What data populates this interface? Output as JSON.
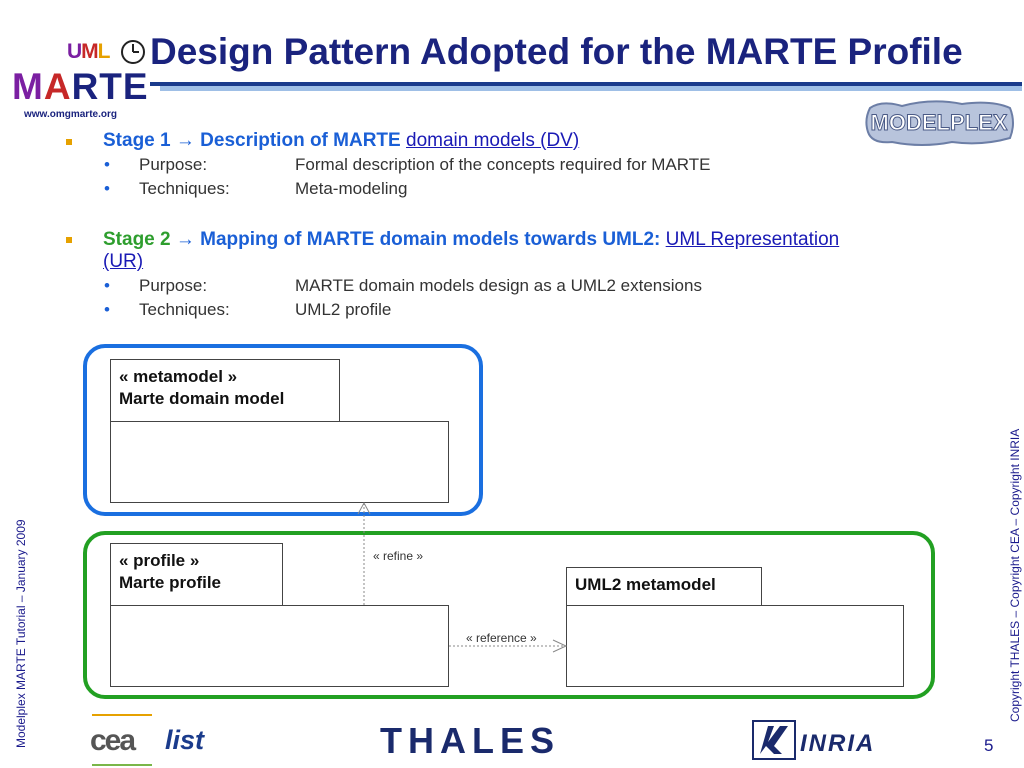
{
  "header": {
    "logo": {
      "uml": [
        "U",
        "M",
        "L"
      ],
      "marte": [
        "M",
        "A",
        "RTE"
      ],
      "url": "www.omgmarte.org"
    },
    "title": "Design Pattern Adopted for the MARTE Profile",
    "partner_logo": "MODELPLEX"
  },
  "stage1": {
    "label": "Stage 1 ",
    "arrow": "→",
    "desc": " Description of MARTE ",
    "link": "domain models (DV)",
    "items": [
      {
        "key": "Purpose:",
        "value": "Formal description of the concepts required for MARTE"
      },
      {
        "key": "Techniques:",
        "value": "Meta-modeling"
      }
    ]
  },
  "stage2": {
    "label": "Stage 2 ",
    "arrow": "→",
    "desc": " Mapping of MARTE domain models towards UML2: ",
    "link1": "UML Representation",
    "link2": "(UR)",
    "items": [
      {
        "key": "Purpose:",
        "value": "MARTE domain models design as a UML2 extensions"
      },
      {
        "key": "Techniques:",
        "value": "UML2 profile"
      }
    ]
  },
  "diagram": {
    "metamodel": {
      "stereotype": "« metamodel »",
      "name": "Marte domain model"
    },
    "profile": {
      "stereotype": "« profile »",
      "name": "Marte profile"
    },
    "uml2": {
      "name": "UML2 metamodel"
    },
    "refine": "« refine »",
    "reference": "« reference »"
  },
  "footer": {
    "left_vertical": "Modelplex MARTE Tutorial – January 2009",
    "right_vertical": "Copyright THALES – Copyright CEA – Copyright INRIA",
    "cea": "cea",
    "list": "list",
    "thales": "THALES",
    "inria": "INRIA",
    "page": "5"
  },
  "colors": {
    "title": "#1a237e",
    "bullet": "#e6a100",
    "stage1": "#1a5fd6",
    "stage2": "#2e9e2e",
    "group1": "#1a6fe0",
    "group2": "#22a022"
  }
}
